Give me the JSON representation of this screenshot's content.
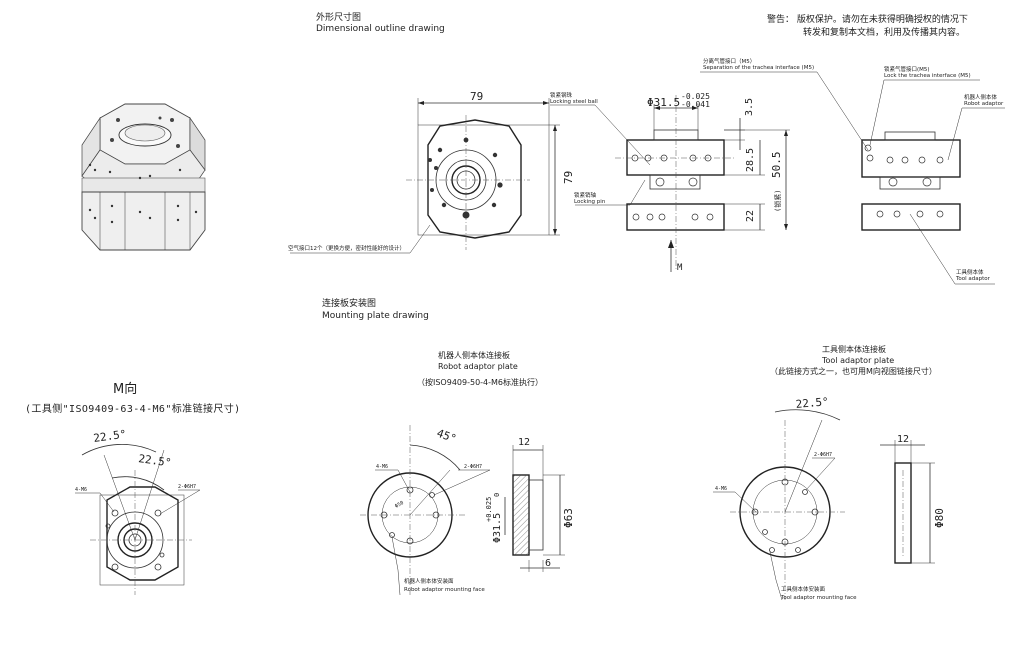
{
  "header": {
    "outline_title_cn": "外形尺寸图",
    "outline_title_en": "Dimensional outline drawing",
    "warning_line1": "警告： 版权保护。请勿在未获得明确授权的情况下",
    "warning_line2": "转发和复制本文档，利用及传播其内容。"
  },
  "outline_view": {
    "dim_width": "79",
    "dim_height": "79",
    "note_air_ports": "空气接口12个（更换方便，密封性能好的设计）"
  },
  "side_view": {
    "dim_dia": "Φ31.5",
    "dim_tol_upper": "-0.025",
    "dim_tol_lower": "-0.041",
    "dim_35": "3.5",
    "dim_285": "28.5",
    "dim_505": "50.5",
    "dim_505_note": "(锁紧)",
    "dim_22": "22",
    "label_ball_cn": "锁紧钢珠",
    "label_ball_en": "Locking steel ball",
    "label_pin_cn": "锁紧销轴",
    "label_pin_en": "Locking pin",
    "arrow_label": "M"
  },
  "iso_view": {
    "label_sep_cn": "分离气管接口（M5）",
    "label_sep_en": "Separation of the trachea interface (M5)",
    "label_lock_cn": "锁紧气管接口(M5)",
    "label_lock_en": "Lock the trachea interface (M5)",
    "label_robot_cn": "机器人侧本体",
    "label_robot_en": "Robot adaptor",
    "label_tool_cn": "工具侧本体",
    "label_tool_en": "Tool adaptor"
  },
  "mounting": {
    "title_cn": "连接板安装图",
    "title_en": "Mounting plate drawing"
  },
  "m_view": {
    "title": "M向",
    "subtitle": "(工具侧\"ISO9409-63-4-M6\"标准链接尺寸)",
    "angle_outer": "22.5°",
    "angle_inner": "22.5°",
    "hole_label": "4-M6",
    "pin_label": "2-Φ6H7"
  },
  "robot_plate": {
    "title_cn": "机器人侧本体连接板",
    "title_en": "Robot adaptor plate",
    "standard": "（按ISO9409-50-4-M6标准执行）",
    "angle": "45°",
    "hole_label": "4-M6",
    "pin_label": "2-Φ6H7",
    "pcd": "Φ50",
    "dim_thickness": "12",
    "dim_dia": "Φ63",
    "dim_bore": "Φ31.5",
    "dim_bore_tol": "+0.025",
    "dim_bore_tol2": "0",
    "dim_step": "6",
    "mount_cn": "机器人侧本体安装面",
    "mount_en": "Robot adaptor mounting face"
  },
  "tool_plate": {
    "title_cn": "工具侧本体连接板",
    "title_en": "Tool adaptor plate",
    "note": "（此链接方式之一，也可用M向视图链接尺寸）",
    "angle": "22.5°",
    "hole_label": "4-M6",
    "pin_label": "2-Φ6H7",
    "dim_thickness": "12",
    "dim_dia": "Φ80",
    "mount_cn": "工具侧本体安装面",
    "mount_en": "Tool adaptor mounting face"
  }
}
